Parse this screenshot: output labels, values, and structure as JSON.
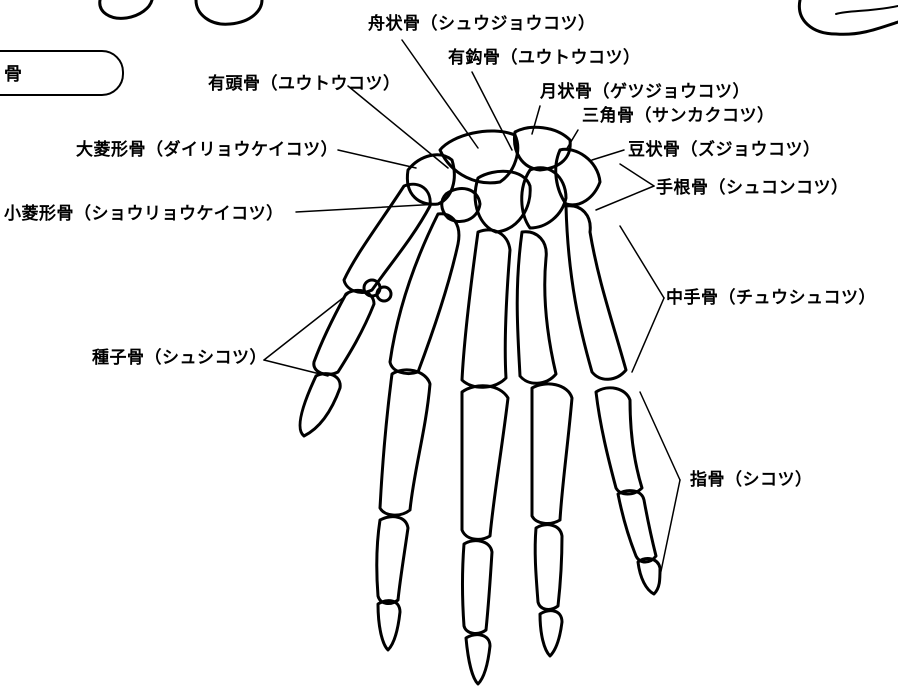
{
  "header_tab": {
    "text": "骨"
  },
  "labels": {
    "shujokotsu": "舟状骨（シュウジョウコツ）",
    "yuukoukotsu": "有鈎骨（ユウトウコツ）",
    "yuutoukotsu": "有頭骨（ユウトウコツ）",
    "getsujoukotsu": "月状骨（ゲツジョウコツ）",
    "sankakukotsu": "三角骨（サンカクコツ）",
    "daiyoukei": "大菱形骨（ダイリョウケイコツ）",
    "toujoukotsu": "豆状骨（ズジョウコツ）",
    "shukonkotsu": "手根骨（シュコンコツ）",
    "shouyoukei": "小菱形骨（ショウリョウケイコツ）",
    "chuushukotsu": "中手骨（チュウシュコツ）",
    "shushikotsu": "種子骨（シュシコツ）",
    "shikotsu": "指骨（シコツ）"
  },
  "colors": {
    "ink": "#000000",
    "paper": "#ffffff"
  }
}
